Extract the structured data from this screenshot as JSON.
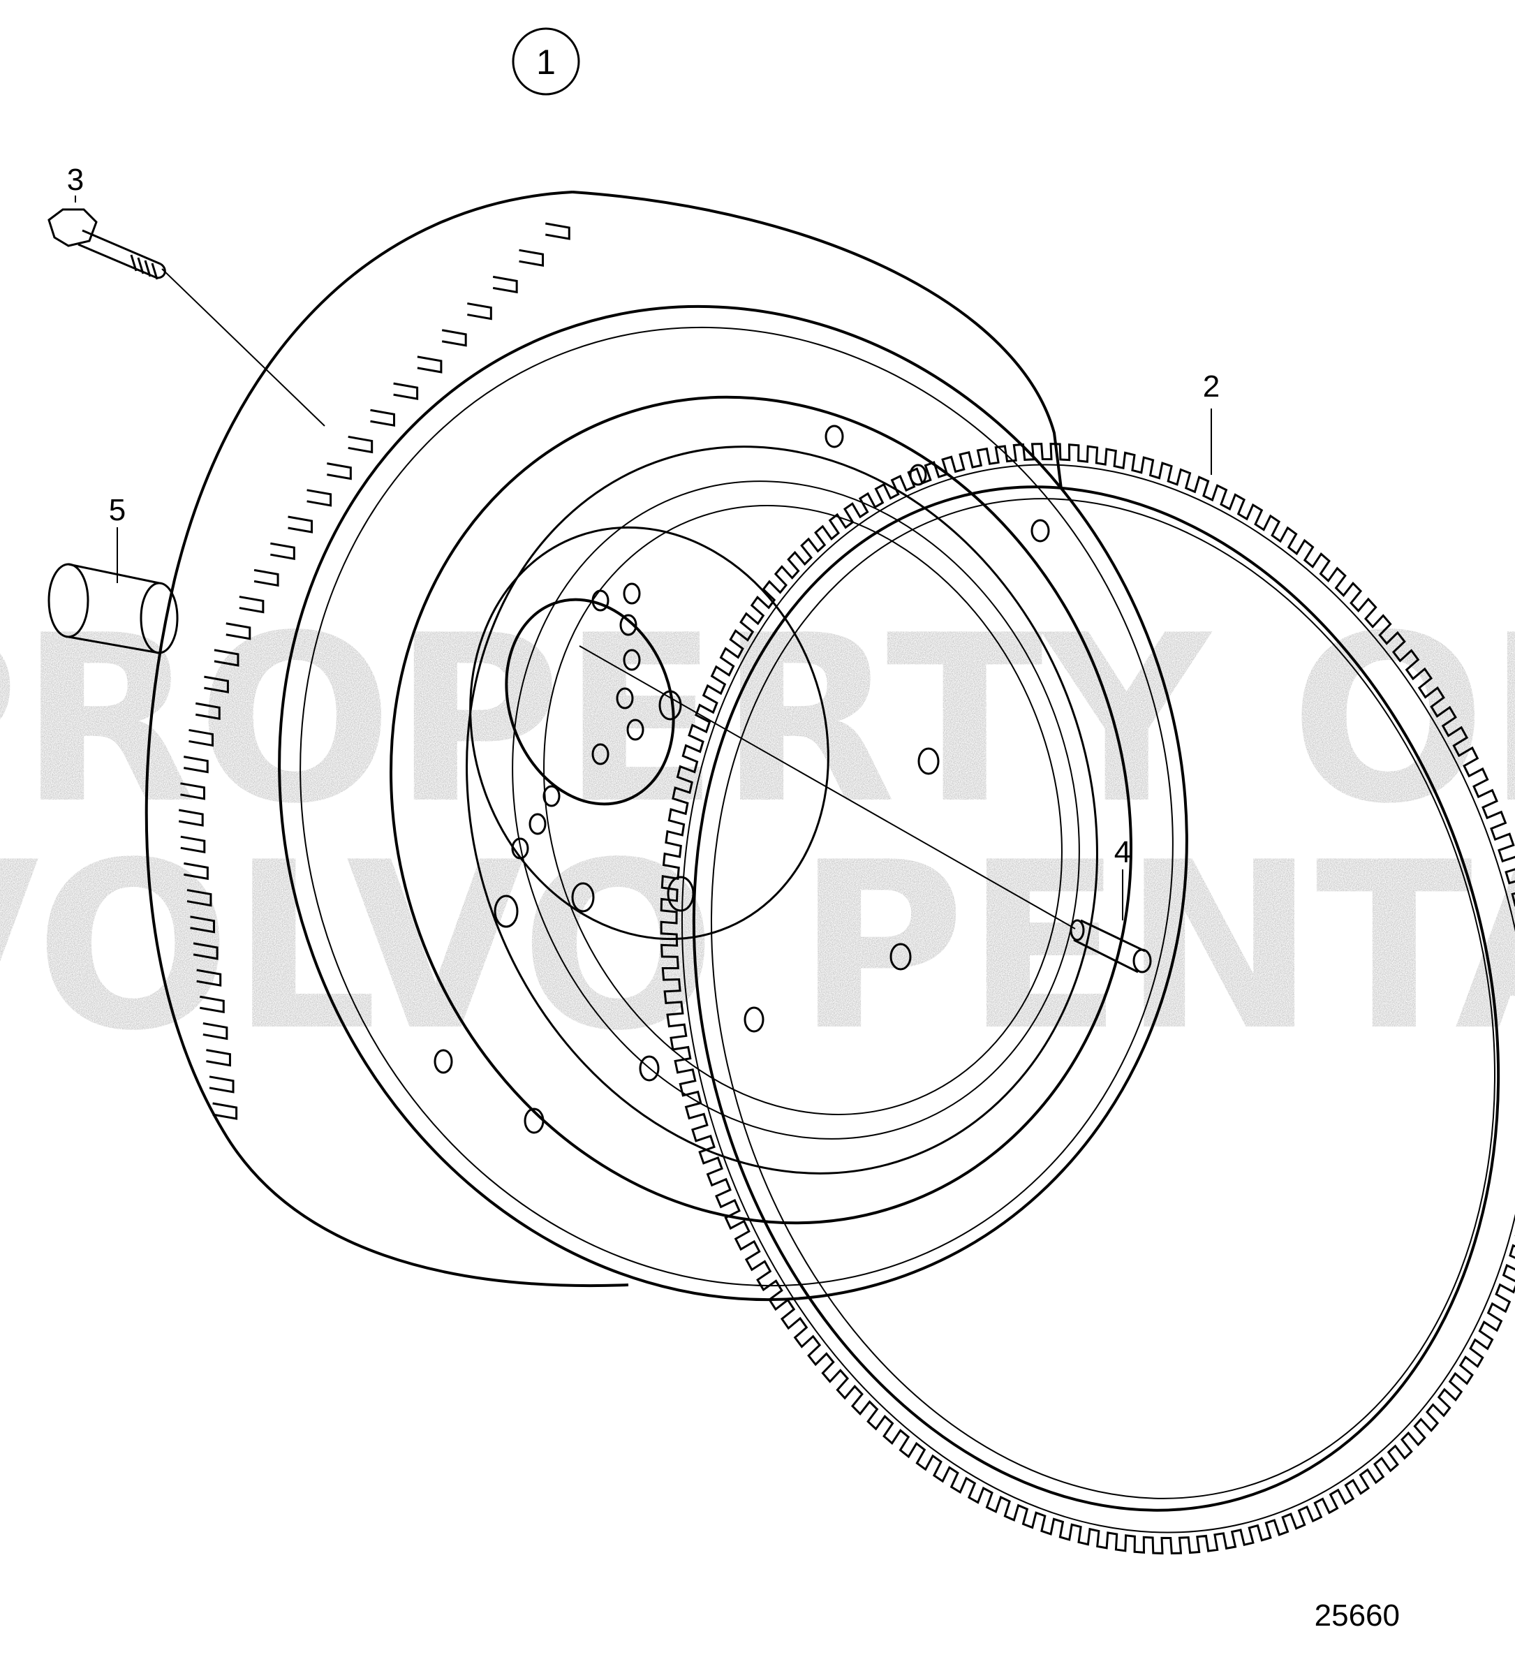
{
  "diagram": {
    "assembly_number": "1",
    "callouts": [
      "2",
      "3",
      "4",
      "5"
    ],
    "figure_number": "25660",
    "watermark": [
      "PROPERTY OF",
      "VOLVO PENTA"
    ]
  }
}
